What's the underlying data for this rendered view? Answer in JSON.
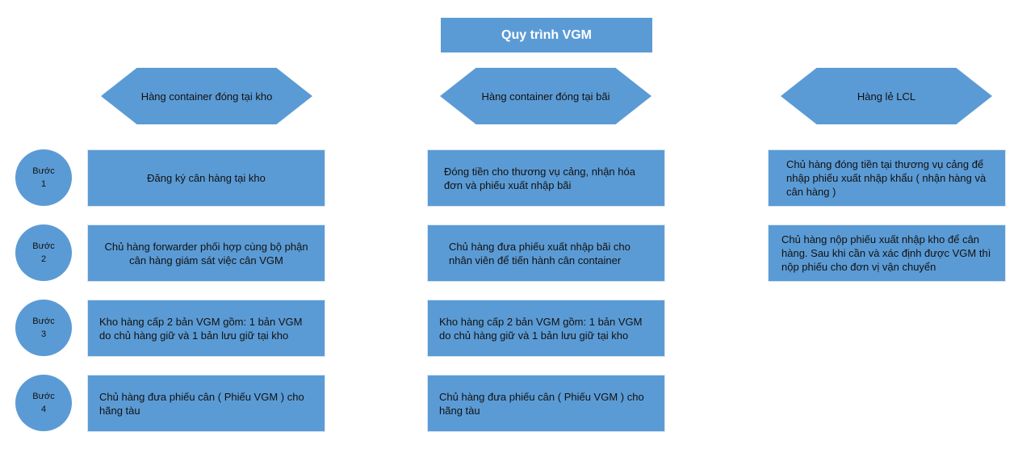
{
  "title": "Quy trình VGM",
  "columns": [
    {
      "header": "Hàng container đóng tại kho",
      "steps": [
        "Đăng ký cân hàng tại kho",
        "Chủ hàng forwarder phối hợp cùng bộ phận cân hàng giám sát việc cân VGM",
        "Kho hàng cấp 2 bản VGM gồm: 1 bản VGM do chủ hàng giữ và 1 bản lưu giữ tại kho",
        "Chủ hàng đưa phiếu cân ( Phiếu VGM ) cho hãng tàu"
      ]
    },
    {
      "header": "Hàng container đóng tại bãi",
      "steps": [
        "Đóng tiền cho thương vụ cảng, nhận hóa đơn và phiếu xuất nhập bãi",
        "Chủ hàng đưa phiếu xuất nhập bãi cho nhân viên để tiến hành cân container",
        "Kho hàng cấp 2 bản VGM gồm: 1 bản VGM do chủ hàng giữ và 1 bản lưu giữ tại kho",
        "Chủ hàng đưa phiếu cân ( Phiếu VGM ) cho hãng tàu"
      ]
    },
    {
      "header": "Hàng lẻ LCL",
      "steps": [
        "Chủ hàng đóng tiền tại thương vụ cảng để nhập phiếu xuất nhập khẩu ( nhận hàng và cân hàng )",
        "Chủ hàng nộp phiếu xuất nhập kho để cân hàng. Sau khi cần và xác định được VGM thì nộp phiếu cho đơn vị vận chuyển"
      ]
    }
  ],
  "steps": [
    {
      "label": "Bước",
      "number": "1"
    },
    {
      "label": "Bước",
      "number": "2"
    },
    {
      "label": "Bước",
      "number": "3"
    },
    {
      "label": "Bước",
      "number": "4"
    }
  ]
}
